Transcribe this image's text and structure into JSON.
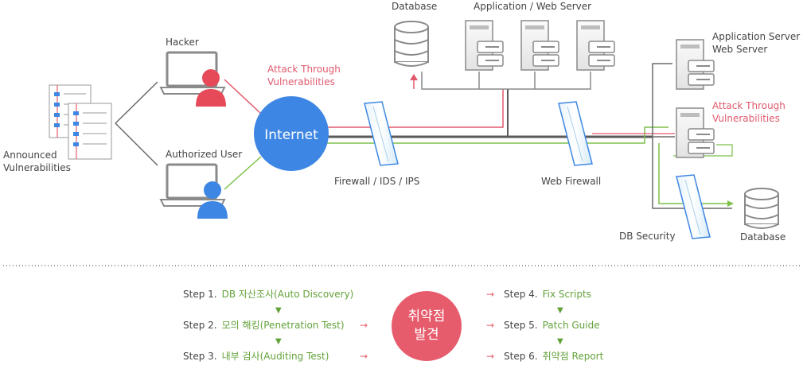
{
  "colors": {
    "attack": "#e05a6e",
    "green": "#7cbf4a",
    "line_dark": "#5a5a5a",
    "line_gray": "#8a8a8a",
    "internet": "#3d86e3",
    "discovery_red": "#e75c6c",
    "hacker": "#e64a59",
    "user": "#3d86e3",
    "step_green": "#63a23a",
    "text": "#444444"
  },
  "labels": {
    "database_top": "Database",
    "app_web_server_top": "Application / Web Server",
    "hacker": "Hacker",
    "authorized_user": "Authorized User",
    "attack_through_1": [
      "Attack Through",
      "Vulnerabilities"
    ],
    "internet": "Internet",
    "firewall": "Firewall / IDS / IPS",
    "web_firewall": "Web Firewall",
    "announced": [
      "Announced",
      "Vulnerabilities"
    ],
    "app_server_right": [
      "Application Server",
      "Web Server"
    ],
    "attack_through_2": [
      "Attack Through",
      "Vulnerabilities"
    ],
    "db_security": "DB Security",
    "database_right": "Database"
  },
  "discovery": {
    "center": [
      "취약점",
      "발견"
    ],
    "arrow": "→",
    "down": "▼",
    "left_steps": [
      {
        "num": "Step 1.",
        "text": "DB 자산조사(Auto Discovery)"
      },
      {
        "num": "Step 2.",
        "text": "모의 해킹(Penetration Test)"
      },
      {
        "num": "Step 3.",
        "text": "내부 검사(Auditing Test)"
      }
    ],
    "right_steps": [
      {
        "num": "Step 4.",
        "text": "Fix Scripts"
      },
      {
        "num": "Step 5.",
        "text": "Patch Guide"
      },
      {
        "num": "Step 6.",
        "text": "취약점 Report"
      }
    ]
  }
}
